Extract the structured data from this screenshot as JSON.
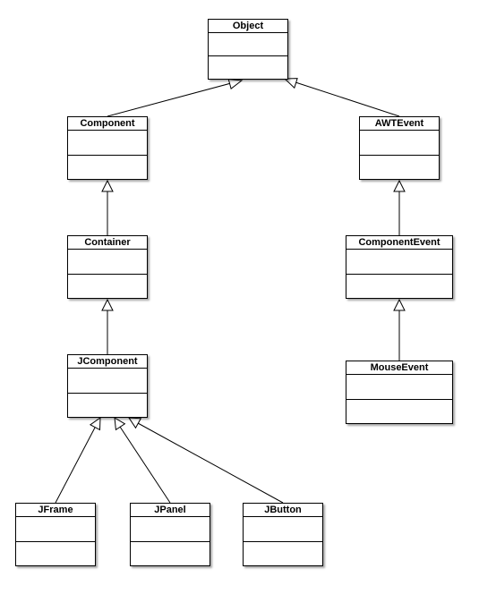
{
  "diagram": {
    "classes": {
      "object": "Object",
      "component": "Component",
      "awtevent": "AWTEvent",
      "container": "Container",
      "componentevent": "ComponentEvent",
      "jcomponent": "JComponent",
      "mouseevent": "MouseEvent",
      "jframe": "JFrame",
      "jpanel": "JPanel",
      "jbutton": "JButton"
    },
    "relations": [
      {
        "type": "inheritance",
        "from": "Component",
        "to": "Object"
      },
      {
        "type": "inheritance",
        "from": "AWTEvent",
        "to": "Object"
      },
      {
        "type": "inheritance",
        "from": "Container",
        "to": "Component"
      },
      {
        "type": "inheritance",
        "from": "ComponentEvent",
        "to": "AWTEvent"
      },
      {
        "type": "inheritance",
        "from": "JComponent",
        "to": "Container"
      },
      {
        "type": "inheritance",
        "from": "MouseEvent",
        "to": "ComponentEvent"
      },
      {
        "type": "inheritance",
        "from": "JFrame",
        "to": "JComponent"
      },
      {
        "type": "inheritance",
        "from": "JPanel",
        "to": "JComponent"
      },
      {
        "type": "inheritance",
        "from": "JButton",
        "to": "JComponent"
      }
    ],
    "colors": {
      "line": "#000000",
      "box": "#ffffff"
    }
  }
}
